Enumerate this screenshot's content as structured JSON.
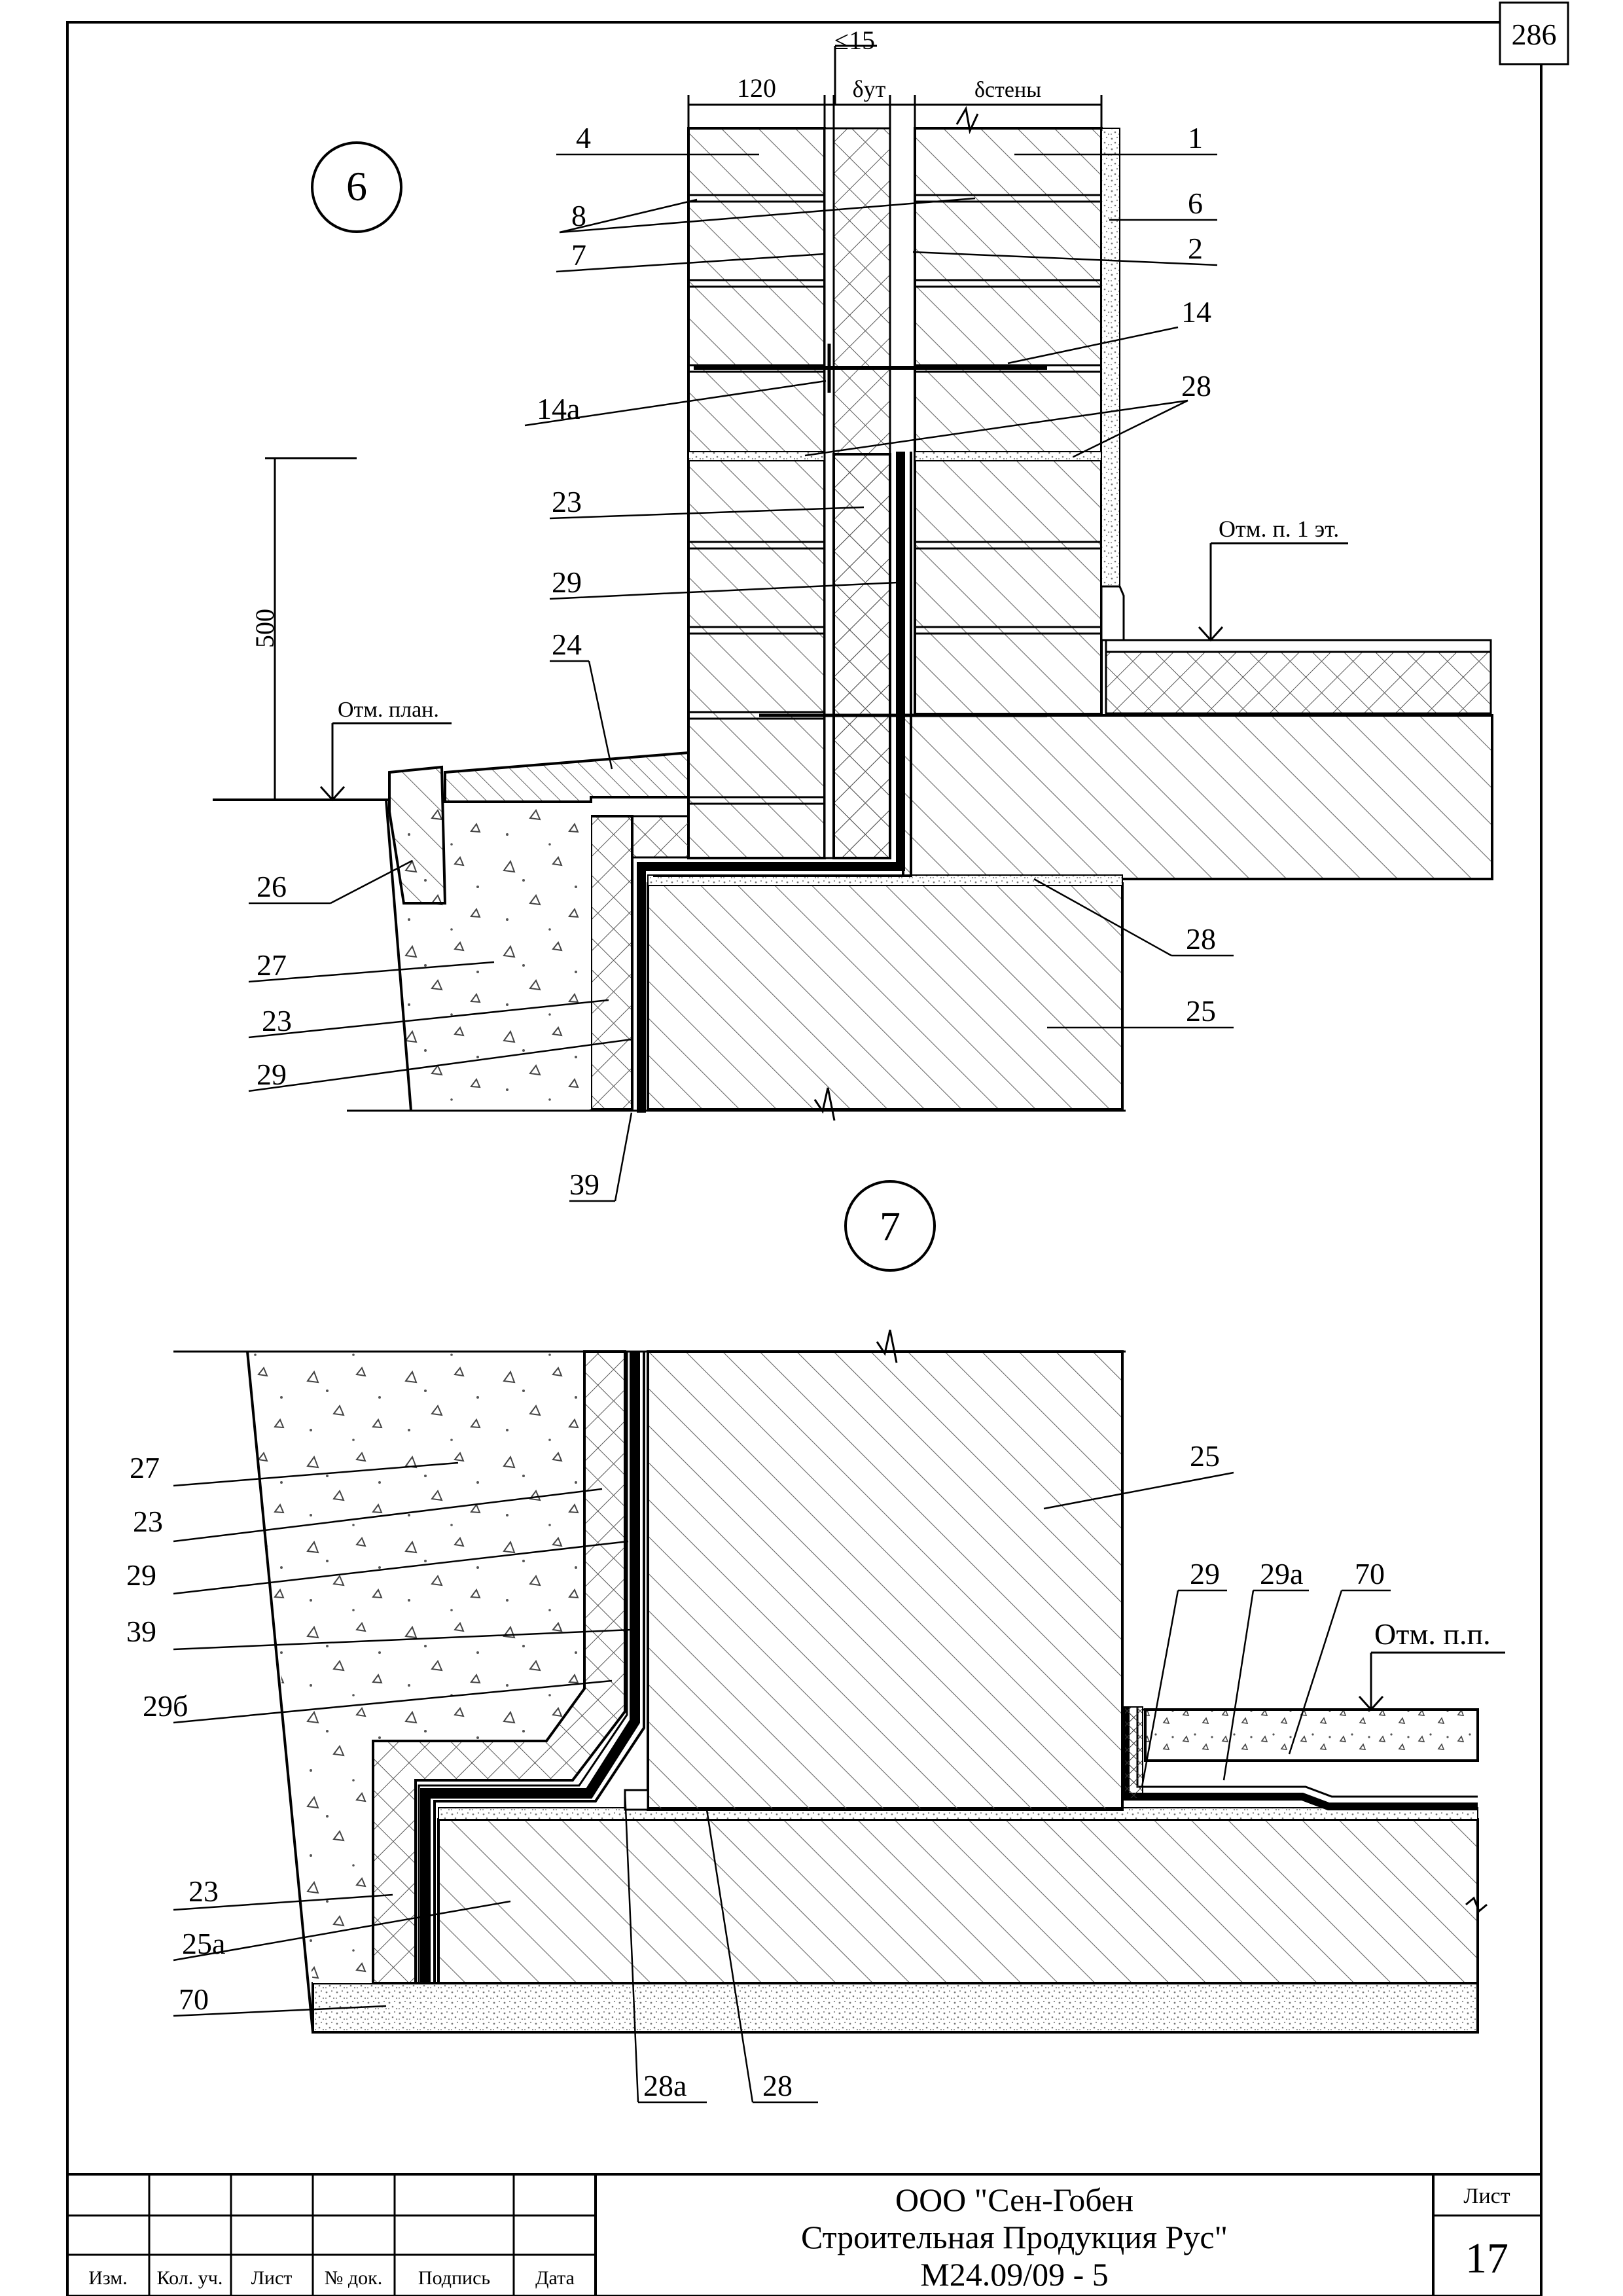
{
  "sheet": {
    "page_code": "286",
    "company_line1": "ООО \"Сен-Гобен",
    "company_line2": "Строительная Продукция Рус\"",
    "doc_code": "М24.09/09 - 5",
    "sheet_label": "Лист",
    "sheet_number": "17",
    "stamp_columns": [
      "Изм.",
      "Кол. уч.",
      "Лист",
      "№ док.",
      "Подпись",
      "Дата"
    ]
  },
  "detail6": {
    "number": "6",
    "dim_120": "120",
    "dim_15": "≤15",
    "dim_ut": "δут",
    "dim_wall": "δстены",
    "dim_500": "500",
    "level_floor": "Отм. п. 1 эт.",
    "level_ground": "Отм. план.",
    "labels_left": [
      "4",
      "8",
      "7",
      "14а",
      "23",
      "29",
      "24",
      "26",
      "27",
      "23",
      "29",
      "39"
    ],
    "labels_right": [
      "1",
      "6",
      "2",
      "14",
      "28",
      "28",
      "25"
    ]
  },
  "detail7": {
    "number": "7",
    "level_floor": "Отм. п.п.",
    "labels_left": [
      "27",
      "23",
      "29",
      "39",
      "29б",
      "23",
      "25а",
      "70"
    ],
    "labels_bottom": [
      "28а",
      "28"
    ],
    "labels_right": [
      "25",
      "29",
      "29а",
      "70"
    ]
  }
}
